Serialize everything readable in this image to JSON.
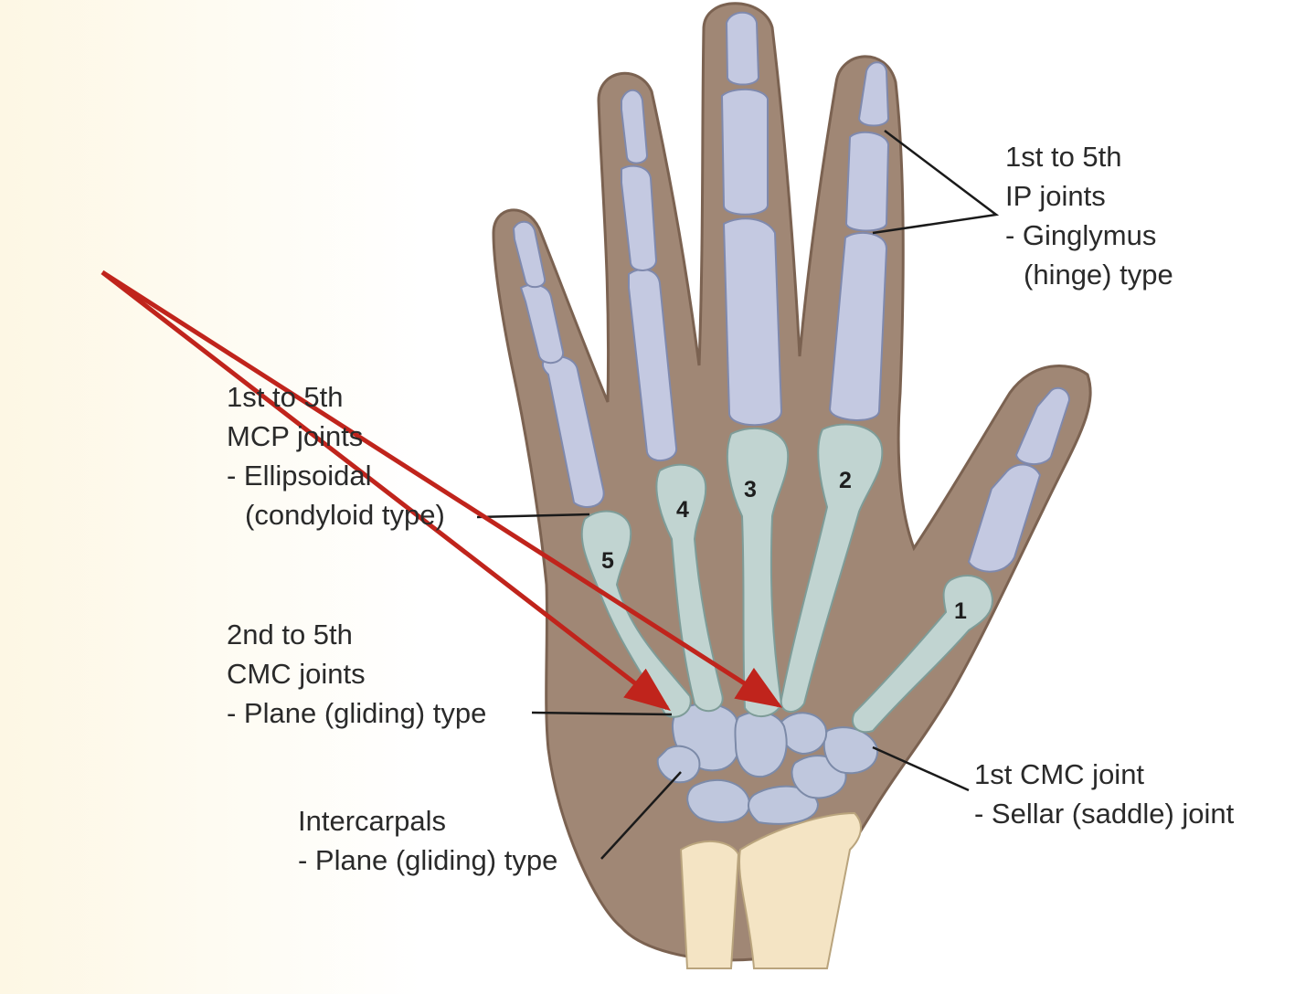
{
  "colors": {
    "skin": "#a08775",
    "skin_outline": "#7b6251",
    "phalanx": "#c4c9e1",
    "metacarpal": "#c1d4d1",
    "carpal": "#bfc7dd",
    "radius_ulna": "#f4e4c4",
    "arrow": "#c0241c",
    "leader_line": "#1a1a1a"
  },
  "metacarpal_numbers": [
    "1",
    "2",
    "3",
    "4",
    "5"
  ],
  "labels": {
    "ip_joints": {
      "line1": "1st to 5th",
      "line2": "IP joints",
      "line3": "- Ginglymus",
      "line4": "(hinge) type"
    },
    "mcp_joints": {
      "line1": "1st to 5th",
      "line2": "MCP joints",
      "line3": "- Ellipsoidal",
      "line4": "(condyloid type)"
    },
    "cmc_2_5": {
      "line1": "2nd to 5th",
      "line2": "CMC joints",
      "line3": "- Plane (gliding) type"
    },
    "cmc_1": {
      "line1": "1st CMC joint",
      "line2": "- Sellar (saddle) joint"
    },
    "intercarpals": {
      "line1": "Intercarpals",
      "line2": "- Plane (gliding) type"
    }
  }
}
